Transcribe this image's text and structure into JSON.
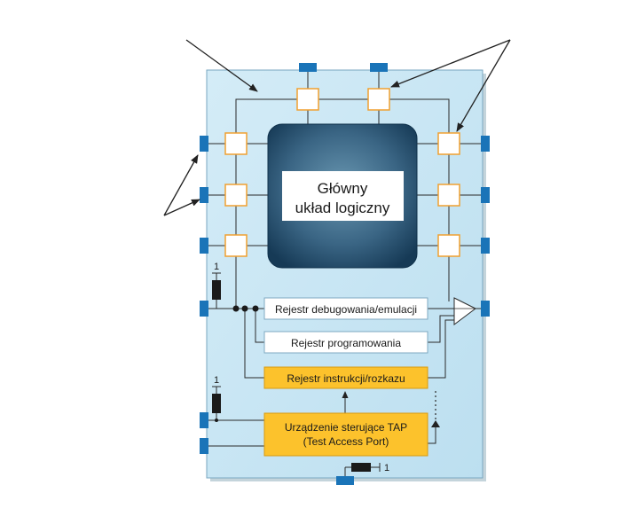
{
  "core_logic": {
    "line1": "Główny",
    "line2": "układ logiczny"
  },
  "registers": {
    "debug": "Rejestr debugowania/emulacji",
    "programming": "Rejestr programowania",
    "instruction": "Rejestr instrukcji/rozkazu"
  },
  "tap": {
    "line1": "Urządzenie sterujące TAP",
    "line2": "(Test Access Port)"
  },
  "pullup_labels": {
    "top": "1",
    "middle": "1",
    "bottom": "1"
  },
  "colors": {
    "chip_fill": "#c8e6f4",
    "pin": "#1a74b8",
    "boundary_cell_border": "#f0a030",
    "register_fill": "#fcc22c",
    "core_dark": "#163a56",
    "core_light": "#6a98b2"
  }
}
